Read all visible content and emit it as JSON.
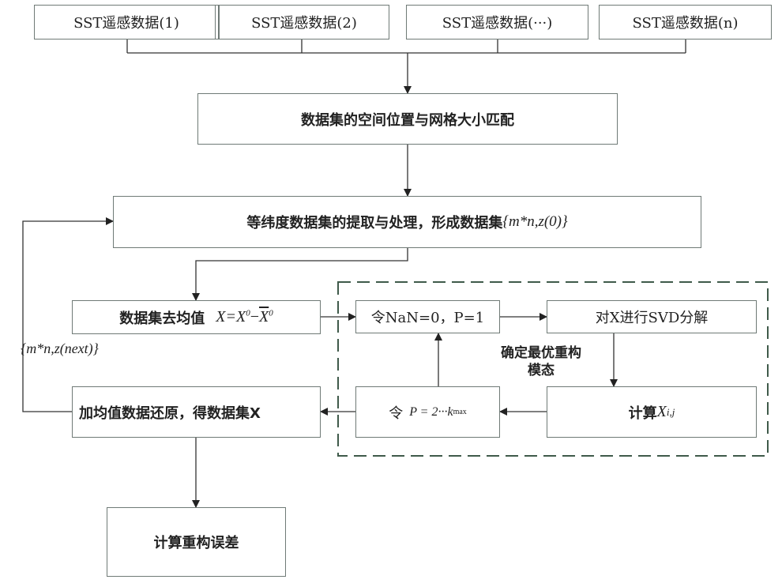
{
  "diagram": {
    "sources": [
      {
        "label": "SST遥感数据(1)"
      },
      {
        "label": "SST遥感数据(2)"
      },
      {
        "label": "SST遥感数据(···)"
      },
      {
        "label": "SST遥感数据(n)"
      }
    ],
    "match_step": "数据集的空间位置与网格大小匹配",
    "extract_step": {
      "text": "等纬度数据集的提取与处理，形成数据集",
      "math": "{m*n,z(0)}"
    },
    "demean_step": {
      "text": "数据集去均值",
      "math_lhs": "X",
      "math_eq": "=X",
      "sup1": "0",
      "minus": "−",
      "xbar": "X",
      "sup2": "0"
    },
    "init_step": "令NaN=0，P=1",
    "svd_step": "对X进行SVD分解",
    "compute_step": {
      "text": "计算",
      "math": "X",
      "sub": "i,j"
    },
    "iterate_step": {
      "text": "令",
      "math": "P = 2···k",
      "sub": "max"
    },
    "optimal_mode_label": [
      "确定最优重构",
      "模态"
    ],
    "restore_step": "加均值数据还原，得数据集X",
    "feedback_label": "{m*n,z(next)}",
    "error_step": "计算重构误差",
    "colors": {
      "line": "#333333",
      "box_border": "#6f7a76",
      "dashed": "#3f5a4a"
    }
  }
}
